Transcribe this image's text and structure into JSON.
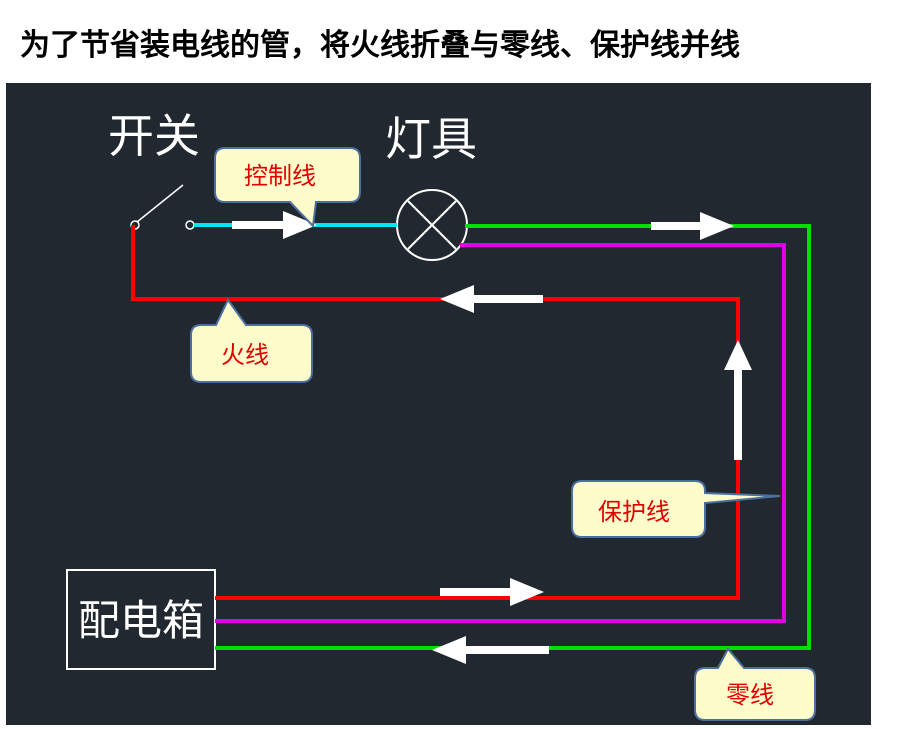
{
  "title": "为了节省装电线的管，将火线折叠与零线、保护线并线",
  "labels": {
    "switch": "开关",
    "lamp": "灯具",
    "distribution_box": "配电箱"
  },
  "callouts": {
    "control_wire": "控制线",
    "live_wire": "火线",
    "protective_wire": "保护线",
    "neutral_wire": "零线"
  },
  "colors": {
    "background": "#212830",
    "live": "#ff0000",
    "neutral": "#00e000",
    "protective": "#e000e0",
    "control": "#00e5ff",
    "arrow": "#ffffff",
    "callout_fill": "#fffccc",
    "callout_border": "#4a6fa0",
    "callout_text": "#e00000"
  }
}
